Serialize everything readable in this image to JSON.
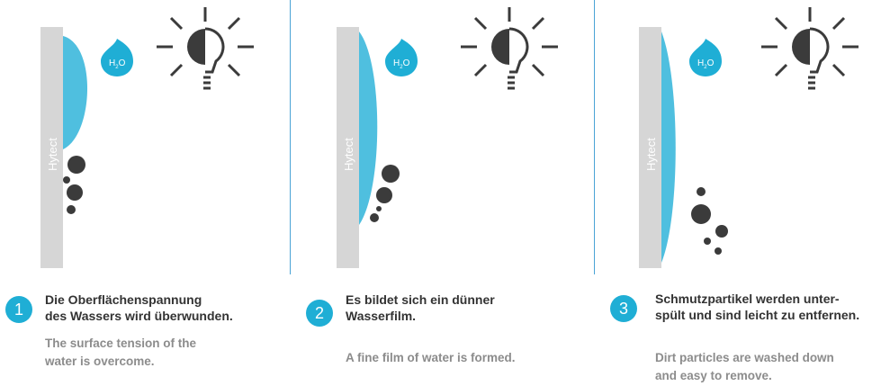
{
  "colors": {
    "accent": "#1faed5",
    "water": "#4fbfdf",
    "plate": "#d6d6d6",
    "dirt": "#3b3b3b",
    "divider": "#4aa3d6"
  },
  "icons": {
    "drop": "water-drop-icon",
    "sun": "sun-bulb-icon"
  },
  "steps": [
    {
      "number": "1",
      "plate_label": "Hytect",
      "drop_label": "H",
      "drop_sub": "2",
      "drop_tail": "O",
      "de": "Die Oberflächenspannung\ndes Wassers wird überwunden.",
      "en": "The surface tension of the\nwater is overcome."
    },
    {
      "number": "2",
      "plate_label": "Hytect",
      "drop_label": "H",
      "drop_sub": "2",
      "drop_tail": "O",
      "de": "Es bildet sich ein dünner\nWasserfilm.",
      "en": "A fine film of water is formed."
    },
    {
      "number": "3",
      "plate_label": "Hytect",
      "drop_label": "H",
      "drop_sub": "2",
      "drop_tail": "O",
      "de": "Schmutzpartikel werden unter-\nspült und sind leicht zu entfernen.",
      "en": "Dirt particles are washed down\nand easy to remove."
    }
  ]
}
